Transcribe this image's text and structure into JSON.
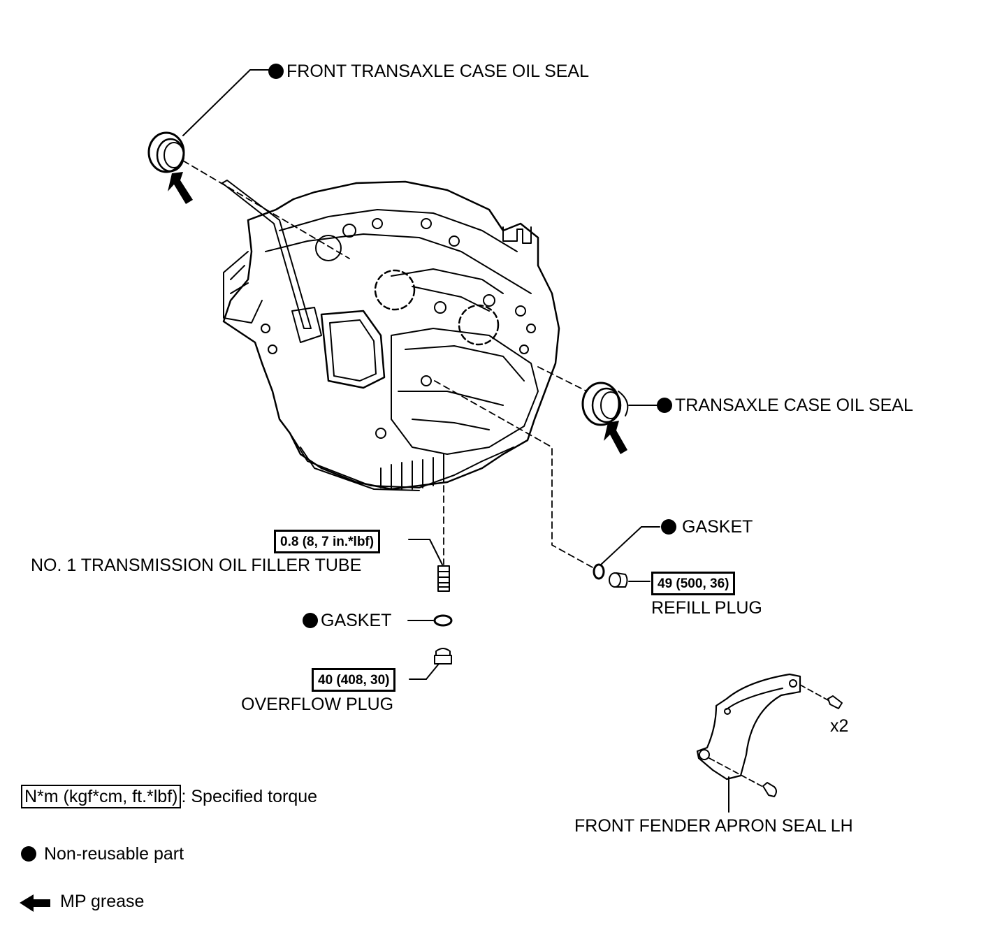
{
  "labels": {
    "front_seal": "FRONT TRANSAXLE CASE OIL SEAL",
    "case_seal": "TRANSAXLE CASE OIL SEAL",
    "gasket_right": "GASKET",
    "filler_tube": "NO. 1 TRANSMISSION OIL FILLER TUBE",
    "gasket_left": "GASKET",
    "overflow_plug": "OVERFLOW PLUG",
    "refill_plug": "REFILL PLUG",
    "apron_seal": "FRONT FENDER APRON SEAL LH",
    "qty": "x2"
  },
  "torque": {
    "filler_tube": "0.8 (8, 7 in.*lbf)",
    "refill_plug": "49 (500, 36)",
    "overflow_plug": "40 (408, 30)"
  },
  "legend": {
    "torque_unit": "N*m (kgf*cm, ft.*lbf)",
    "torque_desc": ": Specified torque",
    "non_reusable": "Non-reusable part",
    "grease": "MP grease"
  },
  "icons": {
    "non_reusable": "filled-circle-icon",
    "grease": "arrow-left-icon"
  },
  "colors": {
    "ink": "#000000",
    "background": "#ffffff"
  }
}
